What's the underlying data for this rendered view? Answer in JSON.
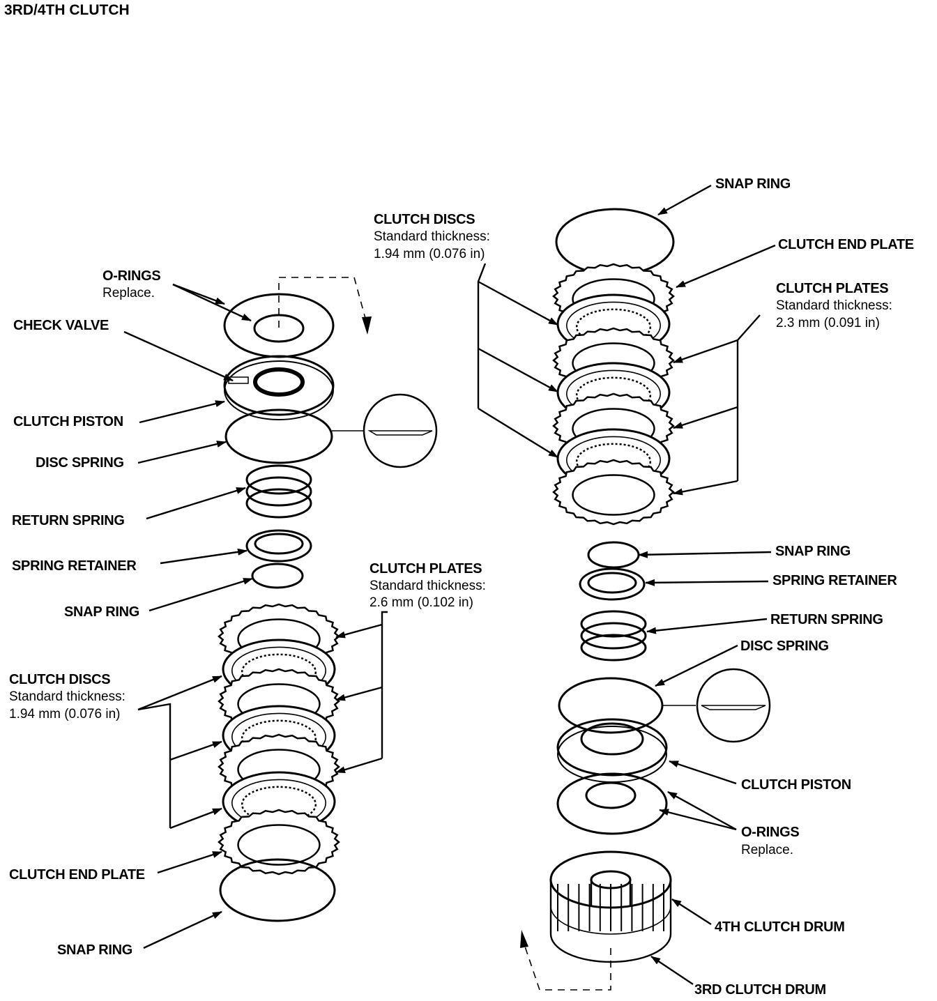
{
  "title": "3RD/4TH CLUTCH",
  "left": {
    "o_rings": {
      "label": "O-RINGS",
      "note": "Replace."
    },
    "check_valve": "CHECK VALVE",
    "clutch_piston": "CLUTCH PISTON",
    "disc_spring": "DISC SPRING",
    "return_spring": "RETURN SPRING",
    "spring_retainer": "SPRING RETAINER",
    "snap_ring_upper": "SNAP RING",
    "clutch_plates": {
      "label": "CLUTCH PLATES",
      "note1": "Standard thickness:",
      "note2": "2.6 mm (0.102 in)"
    },
    "clutch_discs": {
      "label": "CLUTCH DISCS",
      "note1": "Standard thickness:",
      "note2": "1.94 mm (0.076 in)"
    },
    "clutch_end_plate": "CLUTCH END PLATE",
    "snap_ring_lower": "SNAP RING"
  },
  "right": {
    "snap_ring_top": "SNAP RING",
    "clutch_discs": {
      "label": "CLUTCH DISCS",
      "note1": "Standard thickness:",
      "note2": "1.94 mm (0.076 in)"
    },
    "clutch_end_plate": "CLUTCH END PLATE",
    "clutch_plates": {
      "label": "CLUTCH PLATES",
      "note1": "Standard thickness:",
      "note2": "2.3 mm (0.091 in)"
    },
    "snap_ring_mid": "SNAP RING",
    "spring_retainer": "SPRING RETAINER",
    "return_spring": "RETURN SPRING",
    "disc_spring": "DISC SPRING",
    "clutch_piston": "CLUTCH PISTON",
    "o_rings": {
      "label": "O-RINGS",
      "note": "Replace."
    },
    "clutch_drum_4th": "4TH CLUTCH DRUM",
    "clutch_drum_3rd": "3RD CLUTCH DRUM"
  }
}
